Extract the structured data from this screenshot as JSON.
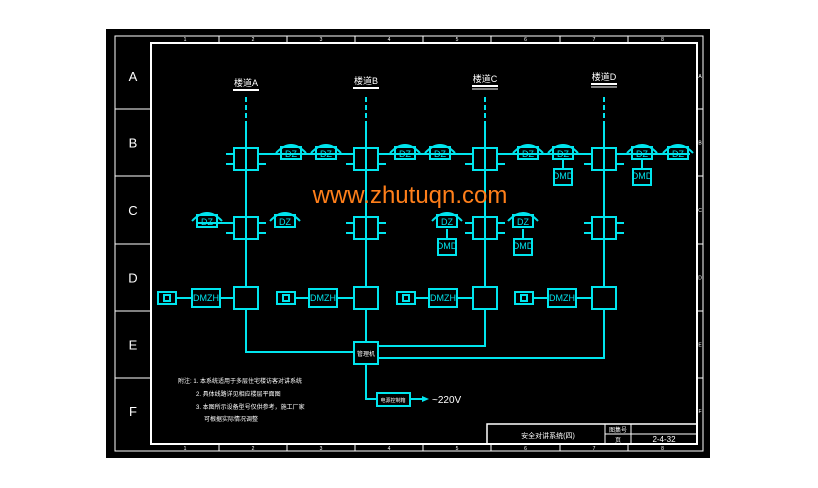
{
  "frame": {
    "rows": [
      "A",
      "B",
      "C",
      "D",
      "E",
      "F"
    ],
    "columns": [
      "1",
      "2",
      "3",
      "4",
      "5",
      "6",
      "7",
      "8"
    ]
  },
  "risers": [
    {
      "label": "楼道A"
    },
    {
      "label": "楼道B"
    },
    {
      "label": "楼道C"
    },
    {
      "label": "楼道D"
    }
  ],
  "devices": {
    "dz": "DZ",
    "dmd": "DMD",
    "dmzh": "DMZH",
    "manager": "管理机",
    "power_box": "电源控制箱",
    "supply": "~220V"
  },
  "notes": [
    "附注: 1. 本系统适用于多层住宅楼访客对讲系统",
    "2. 具体线路详见相应楼层平面图",
    "3. 本图所示设备型号仅供参考，施工厂家",
    "可根据实际情况调整"
  ],
  "title_block": {
    "title": "安全对讲系统(四)",
    "atlas_label": "图集号",
    "page_label": "页",
    "page_number": "2-4-32"
  },
  "watermark": "www.zhutuqn.com"
}
